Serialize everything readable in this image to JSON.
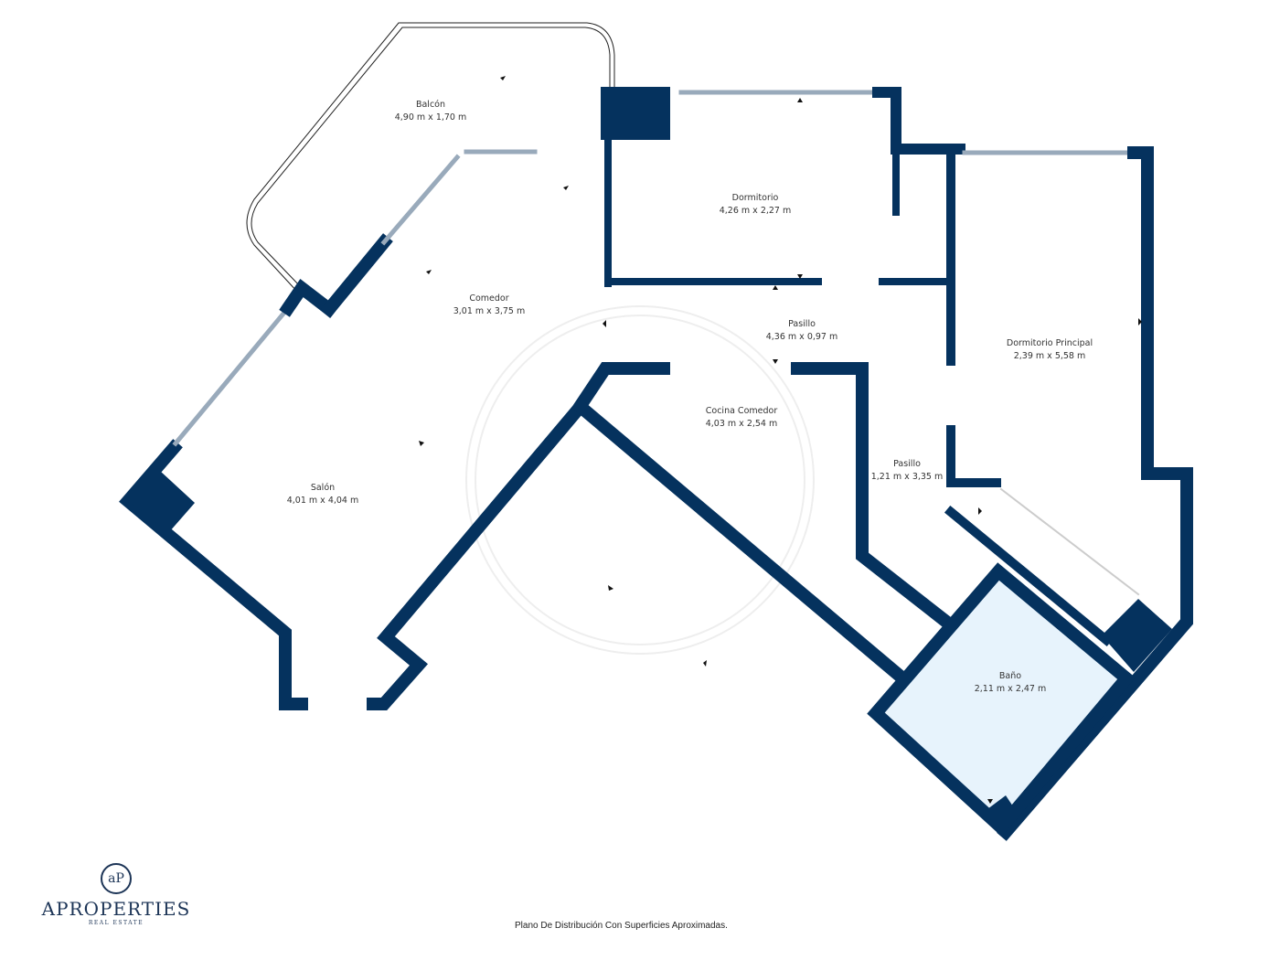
{
  "colors": {
    "wall": "#05325e",
    "bath_fill": "#e7f3fc",
    "text": "#333333"
  },
  "rooms": [
    {
      "name": "Balcón",
      "size": "4,90 m x 1,70 m"
    },
    {
      "name": "Dormitorio",
      "size": "4,26 m x 2,27 m"
    },
    {
      "name": "Comedor",
      "size": "3,01 m x 3,75 m"
    },
    {
      "name": "Pasillo",
      "size": "4,36 m x 0,97 m"
    },
    {
      "name": "Dormitorio Principal",
      "size": "2,39 m x 5,58 m"
    },
    {
      "name": "Cocina Comedor",
      "size": "4,03 m x 2,54 m"
    },
    {
      "name": "Salón",
      "size": "4,01 m x 4,04 m"
    },
    {
      "name": "Pasillo",
      "size": "1,21 m x 3,35 m"
    },
    {
      "name": "Baño",
      "size": "2,11 m x 2,47 m"
    }
  ],
  "logo": {
    "brand": "APROPERTIES",
    "tagline": "REAL ESTATE",
    "monogram": "aP"
  },
  "footer": {
    "note": "Plano De Distribución Con Superficies Aproximadas."
  }
}
